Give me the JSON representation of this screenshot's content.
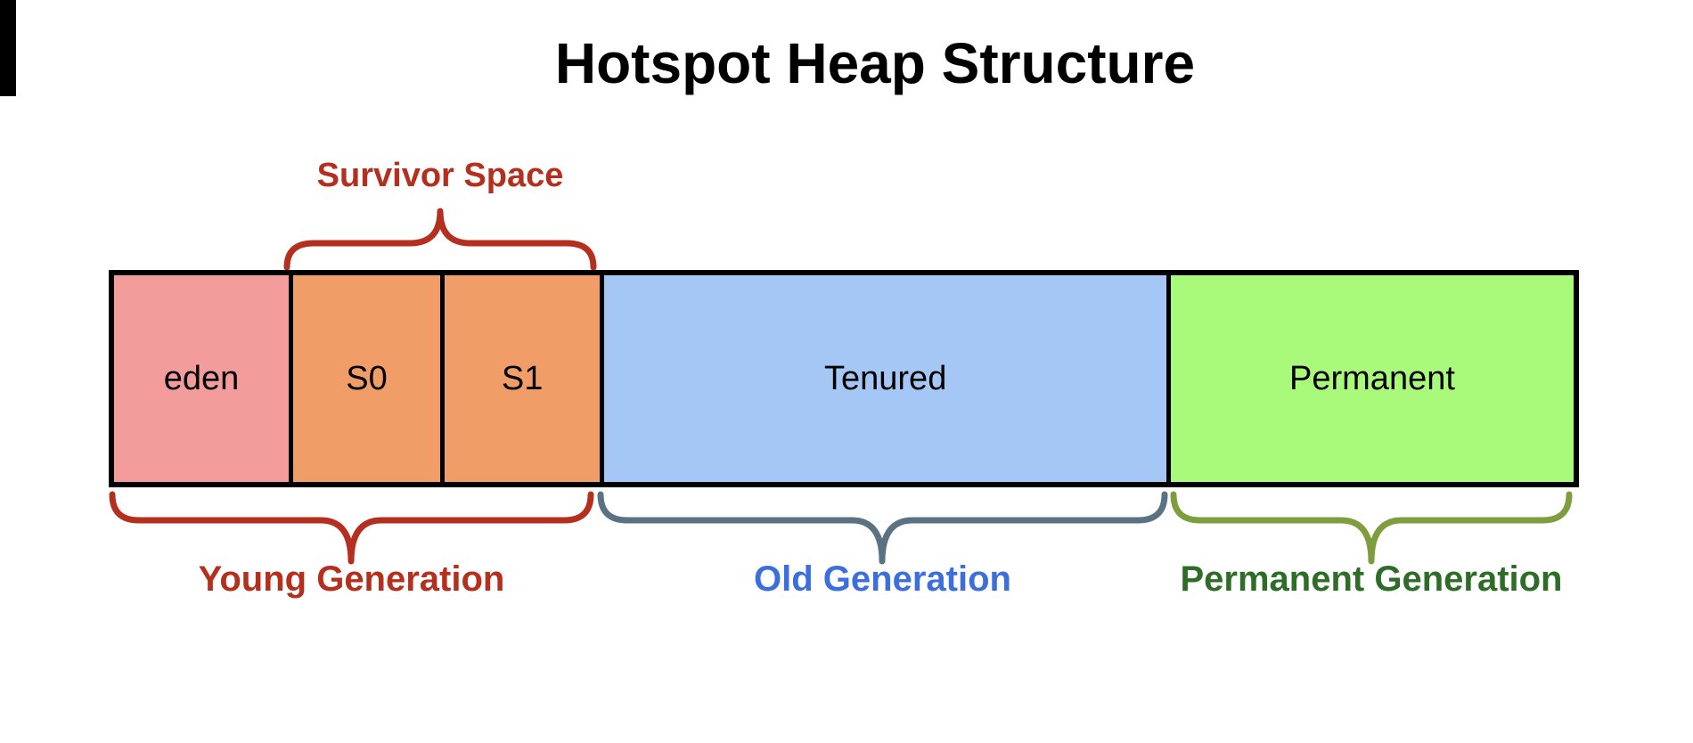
{
  "title": "Hotspot Heap Structure",
  "annotations": {
    "survivor": {
      "label": "Survivor Space",
      "color": "#B42F1E"
    },
    "young": {
      "label": "Young Generation",
      "text_color": "#B42F1E",
      "brace_color": "#B42F1E"
    },
    "old": {
      "label": "Old Generation",
      "text_color": "#3C6EDC",
      "brace_color": "#5B7282"
    },
    "permanent": {
      "label": "Permanent Generation",
      "text_color": "#2E6D28",
      "brace_color": "#7E9E3E"
    }
  },
  "heap": {
    "border_color": "#000000",
    "sections": [
      {
        "label": "eden",
        "fill": "#F29C9B"
      },
      {
        "label": "S0",
        "fill": "#F09D68"
      },
      {
        "label": "S1",
        "fill": "#F09D68"
      },
      {
        "label": "Tenured",
        "fill": "#A5C7F5"
      },
      {
        "label": "Permanent",
        "fill": "#A9F97B"
      }
    ]
  }
}
